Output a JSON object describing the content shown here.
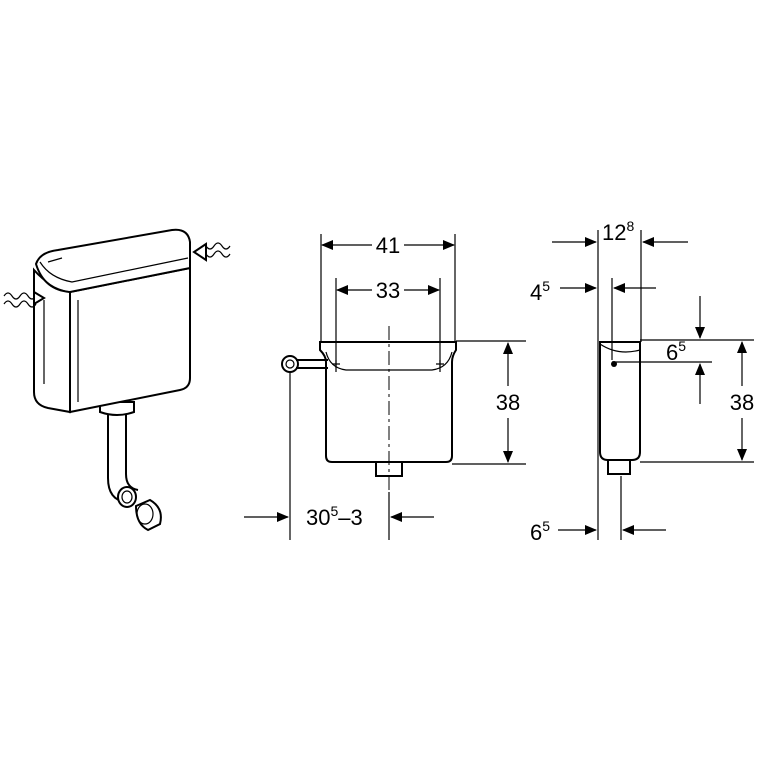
{
  "diagram": {
    "front": {
      "width_outer": "41",
      "width_inner": "33",
      "height": "38",
      "offset_main": "30",
      "offset_sup": "5",
      "offset_tail": "–3"
    },
    "side": {
      "depth_main": "12",
      "depth_sup": "8",
      "inlet_main": "4",
      "inlet_sup": "5",
      "top_offset_main": "6",
      "top_offset_sup": "5",
      "height": "38",
      "outlet_main": "6",
      "outlet_sup": "5"
    }
  }
}
